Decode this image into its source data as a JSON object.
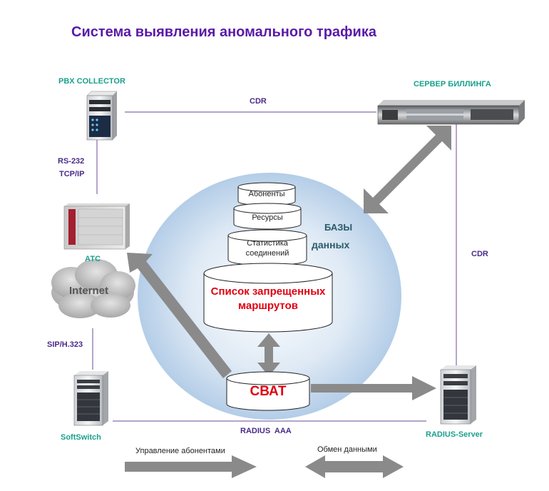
{
  "title": "Система выявления аномального трафика",
  "nodes": {
    "pbx_collector": "PBX COLLECTOR",
    "billing_server": "СЕРВЕР БИЛЛИНГА",
    "atc": "АТС",
    "internet": "Internet",
    "softswitch": "SoftSwitch",
    "radius_server": "RADIUS-Server",
    "cvat": "СВАТ"
  },
  "links": {
    "cdr_top": "CDR",
    "cdr_right": "CDR",
    "rs232": "RS-232",
    "tcpip": "TCP/IP",
    "sip": "SIP/H.323",
    "radius_aaa": "RADIUS  AAA"
  },
  "databases": {
    "heading_line1": "БАЗЫ",
    "heading_line2": "данных",
    "subscribers": "Абоненты",
    "resources": "Ресурсы",
    "stats_line1": "Статистика",
    "stats_line2": "соединений",
    "forbidden_line1": "Список запрещенных",
    "forbidden_line2": "маршрутов"
  },
  "legend": {
    "control": "Управление абонентами",
    "exchange": "Обмен данными"
  },
  "colors": {
    "title": "#5a1aa8",
    "node_label": "#1aa08c",
    "link_label": "#4a2a8a",
    "line": "#6a4a9a",
    "arrow": "#8a8a8a",
    "sphere": "#bcd4ea",
    "critical_text": "#e00010"
  }
}
